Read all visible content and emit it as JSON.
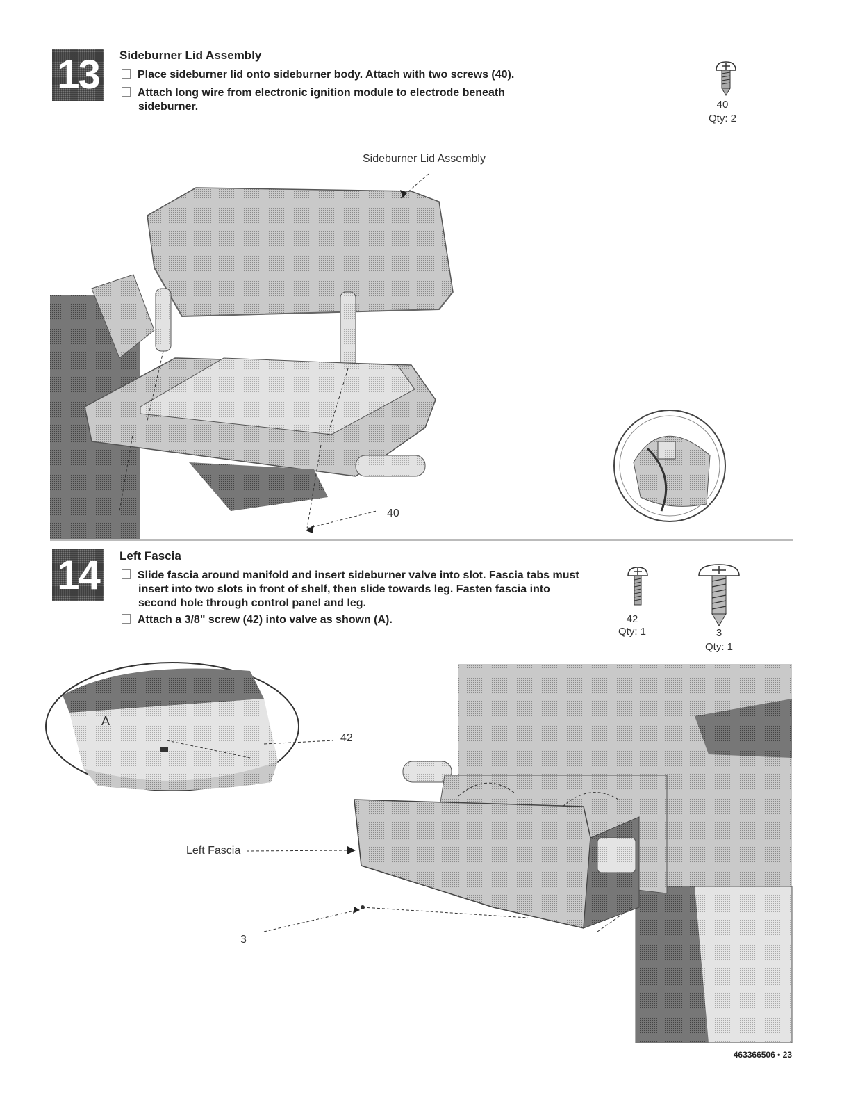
{
  "step13": {
    "number": "13",
    "title": "Sideburner Lid Assembly",
    "instructions": [
      "Place sideburner lid onto sideburner body. Attach with two screws (40).",
      "Attach long wire from electronic ignition module to electrode beneath",
      "sideburner."
    ],
    "hardware": {
      "part": "40",
      "qty": "Qty: 2",
      "icon": "screw-icon"
    },
    "diagram": {
      "callout_assembly": "Sideburner Lid Assembly",
      "callout_screw": "40"
    }
  },
  "step14": {
    "number": "14",
    "title": "Left Fascia",
    "instructions": [
      "Slide fascia around manifold and insert sideburner valve into slot. Fascia tabs must",
      "insert into two slots in front of shelf, then slide towards leg. Fasten fascia into",
      "second hole through control panel and leg.",
      "Attach a 3/8\" screw (42) into valve as shown (A)."
    ],
    "hardware": [
      {
        "part": "42",
        "qty": "Qty: 1",
        "icon": "screw-icon"
      },
      {
        "part": "3",
        "qty": "Qty: 1",
        "icon": "screw-icon"
      }
    ],
    "diagram": {
      "detail_label": "A",
      "callout_42": "42",
      "callout_fascia": "Left Fascia",
      "callout_3": "3"
    }
  },
  "footer": {
    "page": "463366506 • 23"
  }
}
